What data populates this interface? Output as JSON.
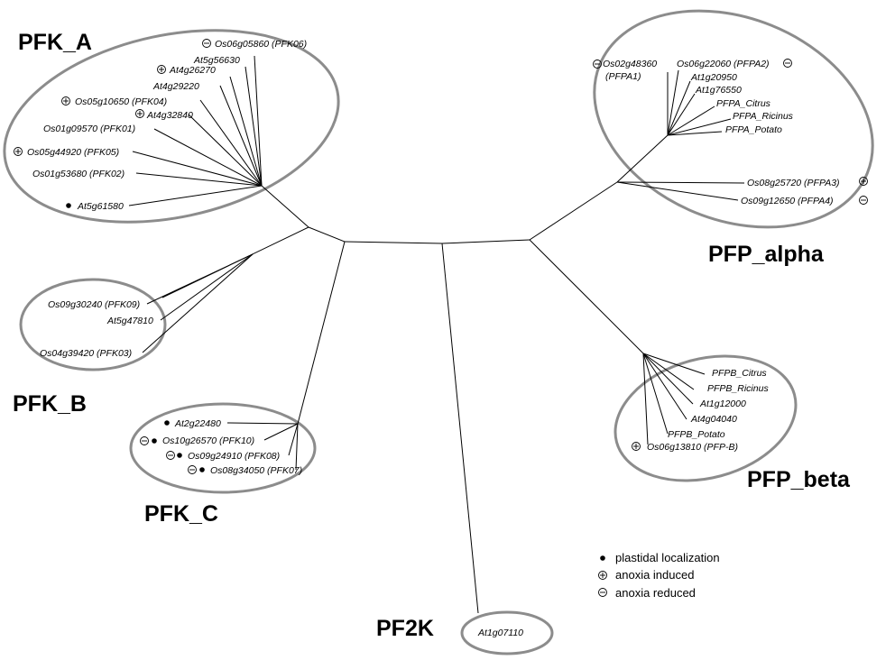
{
  "groups": {
    "pfk_a": "PFK_A",
    "pfk_b": "PFK_B",
    "pfk_c": "PFK_C",
    "pfp_alpha": "PFP_alpha",
    "pfp_beta": "PFP_beta",
    "pf2k": "PF2K"
  },
  "leaves": {
    "os06g05860": "Os06g05860 (PFK06)",
    "at5g56630": "At5g56630",
    "at4g26270": "At4g26270",
    "at4g29220": "At4g29220",
    "os05g10650": "Os05g10650 (PFK04)",
    "at4g32840": "At4g32840",
    "os01g09570": "Os01g09570 (PFK01)",
    "os05g44920": "Os05g44920 (PFK05)",
    "os01g53680": "Os01g53680 (PFK02)",
    "at5g61580": "At5g61580",
    "os09g30240": "Os09g30240 (PFK09)",
    "at5g47810": "At5g47810",
    "os04g39420": "Os04g39420 (PFK03)",
    "at2g22480": "At2g22480",
    "os10g26570": "Os10g26570 (PFK10)",
    "os09g24910": "Os09g24910 (PFK08)",
    "os08g34050": "Os08g34050 (PFK07)",
    "os02g48360_a": "Os02g48360",
    "os02g48360_b": "(PFPA1)",
    "os06g22060": "Os06g22060 (PFPA2)",
    "at1g20950": "At1g20950",
    "at1g76550": "At1g76550",
    "pfpa_citrus": "PFPA_Citrus",
    "pfpa_ricinus": "PFPA_Ricinus",
    "pfpa_potato": "PFPA_Potato",
    "os08g25720": "Os08g25720 (PFPA3)",
    "os09g12650": "Os09g12650 (PFPA4)",
    "pfpb_citrus": "PFPB_Citrus",
    "pfpb_ricinus": "PFPB_Ricinus",
    "at1g12000": "At1g12000",
    "at4g04040": "At4g04040",
    "pfpb_potato": "PFPB_Potato",
    "os06g13810": "Os06g13810 (PFP-B)",
    "at1g07110": "At1g07110"
  },
  "legend": {
    "plastidal": "plastidal localization",
    "induced": "anoxia induced",
    "reduced": "anoxia reduced"
  }
}
